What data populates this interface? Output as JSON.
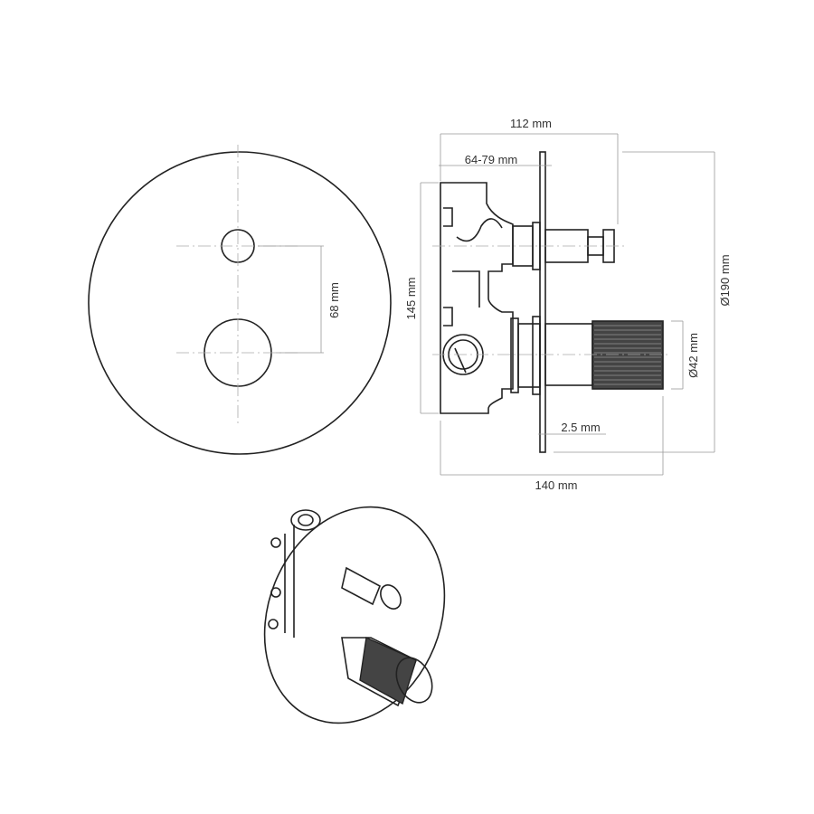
{
  "dimensions": {
    "plate_center_distance": "68 mm",
    "overall_depth": "112 mm",
    "wall_depth_range": "64-79 mm",
    "body_height": "145 mm",
    "plate_diameter": "Ø190 mm",
    "knob_diameter": "Ø42 mm",
    "plate_thickness": "2.5 mm",
    "total_depth": "140 mm"
  },
  "colors": {
    "line": "#222222",
    "dimension": "#999999"
  }
}
